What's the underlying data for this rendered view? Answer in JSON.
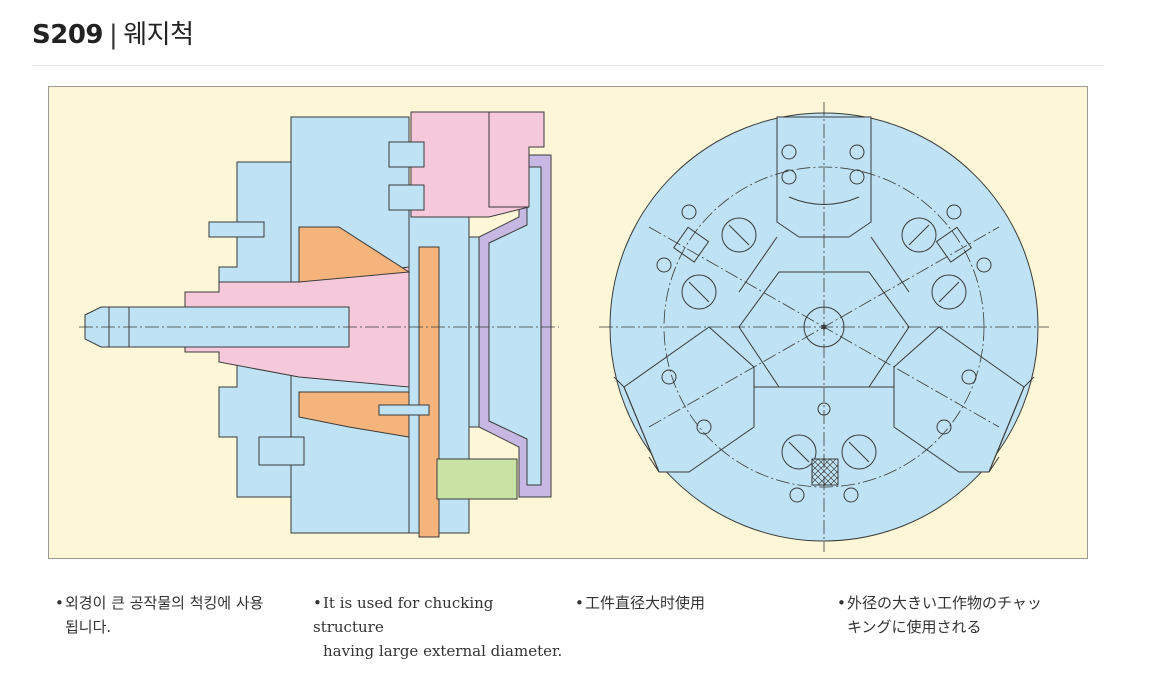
{
  "header": {
    "code": "S209",
    "separator": "|",
    "name": "웨지척"
  },
  "colors": {
    "background": "#fdf7d8",
    "body_blue": "#bfe3f4",
    "pink": "#f6c9da",
    "orange": "#f4b47c",
    "purple": "#c6b8e2",
    "green": "#c9e3a4",
    "line": "#3a3a3a"
  },
  "captions": [
    {
      "bullet": "•",
      "line1": "외경이 큰 공작물의 척킹에 사용",
      "line2": "됩니다."
    },
    {
      "bullet": "•",
      "line1": "It is used for chucking structure",
      "line2": "having large external diameter."
    },
    {
      "bullet": "•",
      "line1": "工件直径大时使用",
      "line2": ""
    },
    {
      "bullet": "•",
      "line1": "外径の大きい工作物のチャッ",
      "line2": "キングに使用される"
    }
  ]
}
